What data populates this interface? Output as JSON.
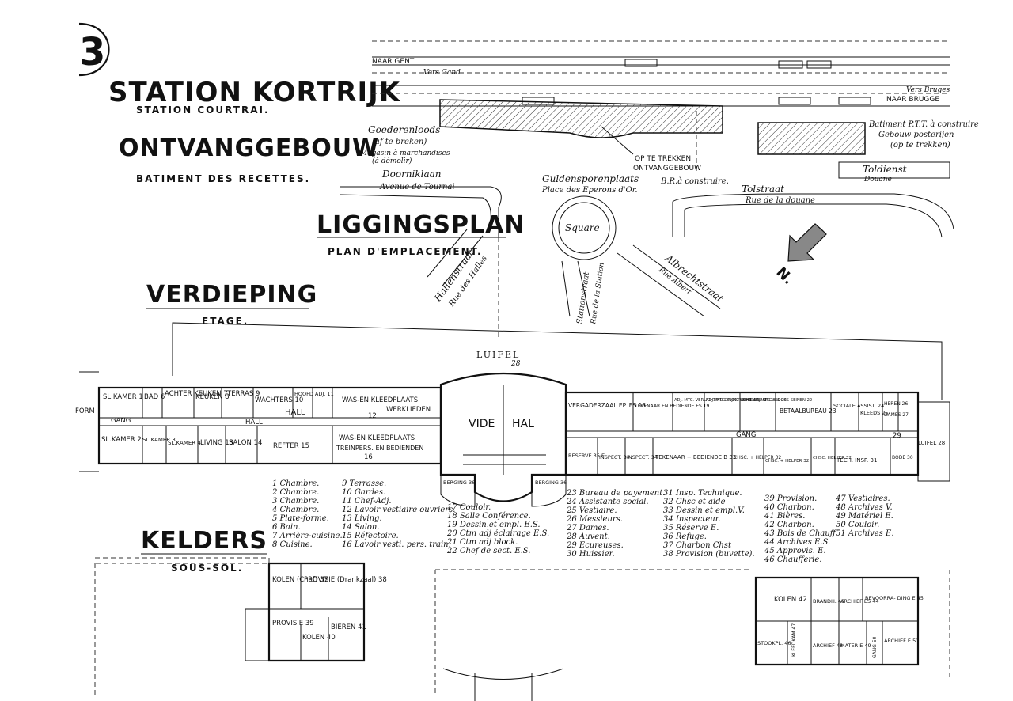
{
  "titles": {
    "badge": "3",
    "station": "STATION KORTRIJK",
    "station_fr": "STATION COURTRAI.",
    "building": "ONTVANGGEBOUW",
    "building_fr": "BATIMENT DES RECETTES.",
    "site_plan": "LIGGINGSPLAN",
    "site_plan_fr": "PLAN D'EMPLACEMENT.",
    "floor": "VERDIEPING",
    "floor_fr": "ETAGE.",
    "cellar": "KELDERS",
    "cellar_fr": "SOUS-SOL."
  },
  "site": {
    "to_gent": "NAAR GENT",
    "to_gent_fr": "Vers Gand",
    "to_brugge": "NAAR BRUGGE",
    "to_brugge_fr": "Vers Bruges",
    "goods_shed": "Goederenloods",
    "goods_shed_2": "(af te breken)",
    "goods_shed_fr": "Magasin à marchandises",
    "goods_shed_fr2": "(à démolir)",
    "pull_down": "OP TE TREKKEN",
    "pull_down_2": "ONTVANGGEBOUW",
    "pt_building": "Batiment P.T.T. à construire",
    "pt_building_nl": "Gebouw posterijen",
    "pt_building_nl2": "(op te trekken)",
    "doorniklaan": "Doorniklaan",
    "doorniklaan_fr": "Avenue de Tournai",
    "square_nl": "Guldensporenplaats",
    "square_note": "B.R.à construire.",
    "square_fr": "Place des Eperons d'Or.",
    "square": "Square",
    "tolstraat": "Tolstraat",
    "tolstraat_fr": "Rue de la douane",
    "toldienst": "Toldienst",
    "toldienst_fr": "Douane",
    "hallenstraat": "Hallenstraat",
    "hallenstraat_fr": "Rue des Halles",
    "stationstraat": "Stationstraat",
    "stationstraat_fr": "Rue de la Station",
    "albrechtstraat": "Albrechtstraat",
    "albrechtstraat_fr": "Rue Albert",
    "north": "N."
  },
  "floor": {
    "luifel": "LUIFEL",
    "luifel_num": "28",
    "vide": "VIDE",
    "hal": "HAL",
    "gang": "GANG",
    "hall": "HALL",
    "form": "FORM",
    "rooms": {
      "r1": "SL.KAMER 1",
      "r6": "BAD 6",
      "r7": "ACHTER KEUKEN 7",
      "r8": "KEUKEN 8",
      "r9": "TERRAS 9",
      "r10": "WACHTERS 10",
      "r11": "HOOFD ADJ. 11",
      "r12a": "WAS-EN KLEEDPLAATS",
      "r12b": "WERKLIEDEN",
      "r12": "12",
      "r2": "SL.KAMER 2",
      "r3": "SL.KAMER 3",
      "r4": "SL.KAMER 4",
      "r13": "LIVING 13",
      "r14": "SALON 14",
      "r15": "REFTER 15",
      "r16a": "WAS-EN KLEEDPLAATS",
      "r16b": "TREINPERS. EN BEDIENDEN",
      "r16": "16",
      "r18": "VERGADERZAAL EP. ES 18",
      "r19": "TEKENAAR EN BEDIENDE ES 19",
      "r20": "ADJ. MTC. VERLICHTING DRIJFKRACHT ADJ. MTG. ES 20",
      "r21": "ADJ. MTG.BLOC. SEINEN ES. 21",
      "r22": "CHSC.ES.MTG. BLOCKS-SEINEN 22",
      "r23": "BETAALBUREAU 23",
      "r24": "SOCIALE ASSIST. 24",
      "r25": "KLEEDS 25",
      "r26": "HEREN 26",
      "r27": "DAMES 27",
      "r29": "29",
      "r30": "RESERVE 35 E",
      "r34a": "INSPECT. 34",
      "r34b": "INSPECT. 34",
      "r33": "TEKENAAR + BEDIENDE B 33",
      "r32a": "CHSC. + HELPER 32",
      "r32b": "CHSC. + HELPER 32",
      "r32c": "CHSC. HELPER 32",
      "r31": "TECH. INSP. 31",
      "r36a": "BERGING 36",
      "r36b": "BERGING 36",
      "luifel2": "LUIFEL 28",
      "bode": "BODE 30"
    }
  },
  "legend": {
    "col1": [
      "1 Chambre.",
      "2 Chambre.",
      "3 Chambre.",
      "4 Chambre.",
      "5 Plate-forme.",
      "6 Bain.",
      "7 Arrière-cuisine.",
      "8 Cuisine."
    ],
    "col2": [
      "9 Terrasse.",
      "10 Gardes.",
      "11 Chef-Adj.",
      "12 Lavoir vestiaire ouvriers.",
      "13 Living.",
      "14 Salon.",
      "15 Réfectoire.",
      "16 Lavoir vesti. pers. train."
    ],
    "col3": [
      "17 Couloir.",
      "18 Salle Conférence.",
      "19 Dessin.et empl. E.S.",
      "20 Ctm adj éclairage E.S.",
      "21 Ctm adj block.",
      "22 Chef de sect. E.S."
    ],
    "col4": [
      "23 Bureau de payement.",
      "24 Assistante social.",
      "25 Vestiaire.",
      "26 Messieurs.",
      "27 Dames.",
      "28 Auvent.",
      "29 Ecureuses.",
      "30 Huissier."
    ],
    "col5": [
      "31 Insp. Technique.",
      "32 Chsc et aide",
      "33 Dessin et empl.V.",
      "34 Inspecteur.",
      "35 Réserve E.",
      "36 Refuge.",
      "37 Charbon Chst",
      "38 Provision (buvette)."
    ],
    "col6": [
      "39 Provision.",
      "40 Charbon.",
      "41 Bières.",
      "42 Charbon.",
      "43 Bois de Chauff.",
      "44 Archives E.S.",
      "45 Approvis. E.",
      "46 Chaufferie."
    ],
    "col7": [
      "47 Vestiaires.",
      "48 Archives V.",
      "49 Matériel E.",
      "50 Couloir.",
      "51 Archives E."
    ]
  },
  "cellar": {
    "kolen37": "KOLEN (Chef) 37",
    "provisie38": "PROVISIE (Drankzaal) 38",
    "provisie39": "PROVISIE 39",
    "kolen40": "KOLEN 40",
    "bieren41": "BIEREN 41",
    "kolen42": "KOLEN 42",
    "brandh43": "BRANDH. 43",
    "archief44": "ARCHIEF ES 44",
    "bevoorrading45": "BEVOORRA- DING E 45",
    "stockpl46": "STOOKPL. 46",
    "kleedkam47": "KLEEDKAM 47",
    "archief48": "ARCHIEF 48",
    "mater49": "MATER E 49",
    "gang50": "GANG 50",
    "archief51": "ARCHIEF E 51"
  }
}
